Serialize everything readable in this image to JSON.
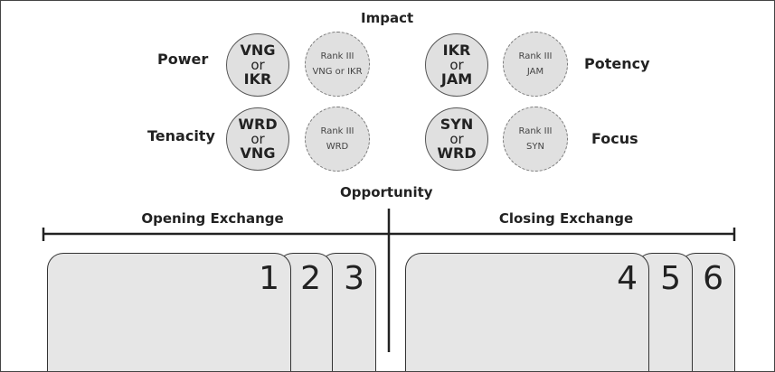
{
  "top_label": "Impact",
  "bottom_label": "Opportunity",
  "attributes": {
    "power": "Power",
    "tenacity": "Tenacity",
    "potency": "Potency",
    "focus": "Focus"
  },
  "circles": {
    "power": {
      "a": "VNG",
      "or": "or",
      "b": "IKR",
      "rank_title": "Rank III",
      "rank_value": "VNG or IKR"
    },
    "tenacity": {
      "a": "WRD",
      "or": "or",
      "b": "VNG",
      "rank_title": "Rank III",
      "rank_value": "WRD"
    },
    "potency": {
      "a": "IKR",
      "or": "or",
      "b": "JAM",
      "rank_title": "Rank III",
      "rank_value": "JAM"
    },
    "focus": {
      "a": "SYN",
      "or": "or",
      "b": "WRD",
      "rank_title": "Rank III",
      "rank_value": "SYN"
    }
  },
  "exchanges": {
    "opening": "Opening Exchange",
    "closing": "Closing Exchange"
  },
  "cards": {
    "c1": "1",
    "c2": "2",
    "c3": "3",
    "c4": "4",
    "c5": "5",
    "c6": "6"
  },
  "colors": {
    "circle_fill": "#e0e0e0",
    "card_fill": "#e6e6e6",
    "line": "#222222"
  }
}
